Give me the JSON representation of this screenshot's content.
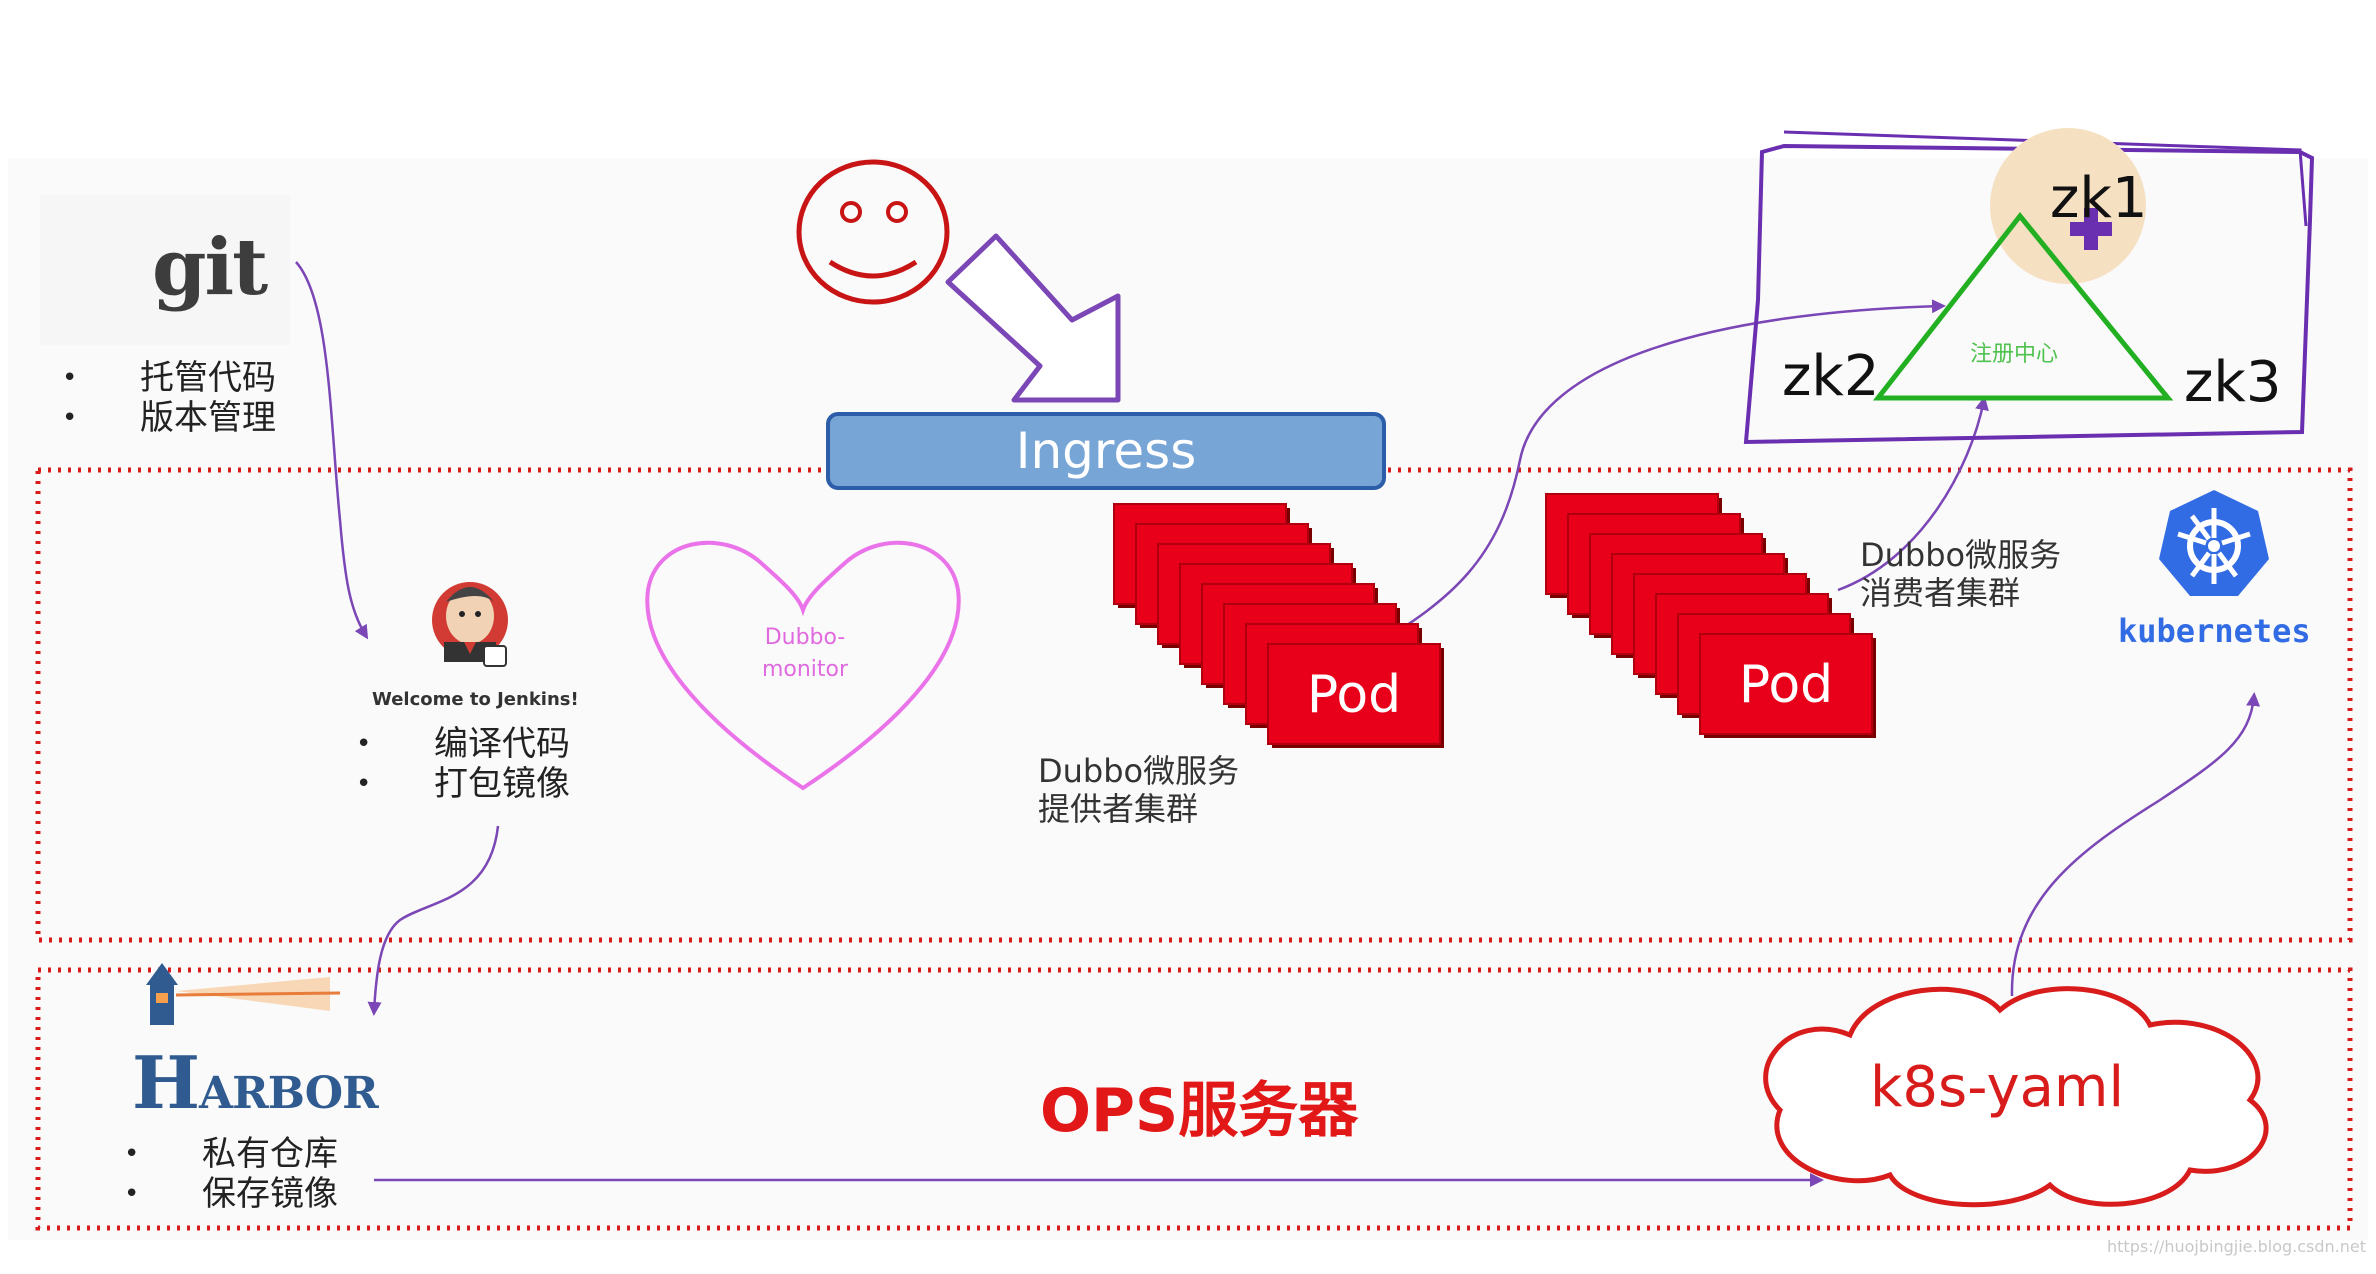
{
  "git": {
    "logo_text": "git",
    "icon": "git-diamond-icon",
    "bullets": [
      "托管代码",
      "版本管理"
    ]
  },
  "jenkins": {
    "icon": "jenkins-butler-icon",
    "caption": "Welcome to Jenkins!",
    "bullets": [
      "编译代码",
      "打包镜像"
    ]
  },
  "harbor": {
    "logo_text_h": "H",
    "logo_text_rest": "ARBOR",
    "icon": "lighthouse-icon",
    "bullets": [
      "私有仓库",
      "保存镜像"
    ]
  },
  "user_icon": "smiley-face-icon",
  "ingress": {
    "label": "Ingress"
  },
  "monitor": {
    "line1": "Dubbo-",
    "line2": "monitor"
  },
  "providers": {
    "pod_label": "Pod",
    "stack_count": 8,
    "line1": "Dubbo微服务",
    "line2": "提供者集群"
  },
  "consumers": {
    "pod_label": "Pod",
    "stack_count": 8,
    "line1": "Dubbo微服务",
    "line2": "消费者集群"
  },
  "zookeeper": {
    "registry_label": "注册中心",
    "nodes": [
      "zk1",
      "zk2",
      "zk3"
    ]
  },
  "kubernetes": {
    "label": "kubernetes",
    "icon": "helm-wheel-icon"
  },
  "ops": {
    "title": "OPS服务器"
  },
  "yaml_cloud": {
    "label": "k8s-yaml"
  },
  "watermark": "https://huojbingjie.blog.csdn.net",
  "colors": {
    "pod_red": "#e8001a",
    "dotted_border": "#d81c1c",
    "arrow_purple": "#7b46b5",
    "ingress_blue": "#77a5d6",
    "zk_triangle": "#22b022",
    "k8s_blue": "#326ce5",
    "heart_pink": "#ea73ea"
  }
}
